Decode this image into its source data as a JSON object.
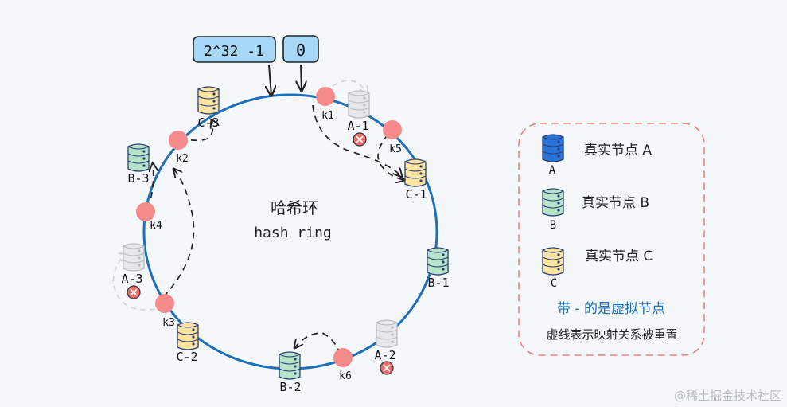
{
  "ring": {
    "title": "哈希环",
    "subtitle": "hash ring",
    "color": "#1f6fb8"
  },
  "markers": {
    "max_label": "2^32 -1",
    "zero_label": "0",
    "box_color": "#a8d8f8"
  },
  "keys": {
    "k1": "k1",
    "k2": "k2",
    "k3": "k3",
    "k4": "k4",
    "k5": "k5",
    "k6": "k6",
    "color": "#f58a8a"
  },
  "servers": {
    "a1": "A-1",
    "a2": "A-2",
    "a3": "A-3",
    "b1": "B-1",
    "b2": "B-2",
    "b3": "B-3",
    "c1": "C-1",
    "c2": "C-2",
    "c3": "C-3"
  },
  "legend": {
    "a_label": "A",
    "a_text": "真实节点 A",
    "b_label": "B",
    "b_text": "真实节点 B",
    "c_label": "C",
    "c_text": "真实节点 C",
    "virtual_note": "带 - 的是虚拟节点",
    "remap_note": "虚线表示映射关系被重置",
    "border_color": "#f08080",
    "note_color": "#1f6fb8"
  },
  "colors": {
    "a": "#2a73d9",
    "b": "#b6e4c8",
    "c": "#fde5a1",
    "removed": "#e6e8ea",
    "removed_badge": "#f06c6c"
  },
  "watermark": "@稀土掘金技术社区"
}
